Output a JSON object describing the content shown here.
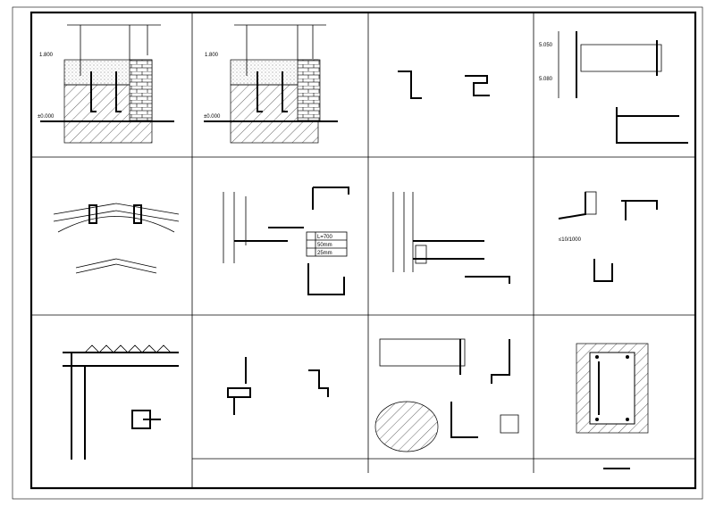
{
  "sheet": {
    "panel1": {
      "level_top": "1.800",
      "level_ground": "±0.000"
    },
    "panel2": {
      "level_top": "1.800",
      "level_ground": "±0.000"
    },
    "panel4": {
      "level_a": "5.050",
      "level_b": "5.080"
    },
    "panel6": {
      "table_rows": [
        "L=700",
        "50mm",
        "25mm"
      ]
    },
    "panel8": {
      "note": "≤10/1000"
    }
  }
}
